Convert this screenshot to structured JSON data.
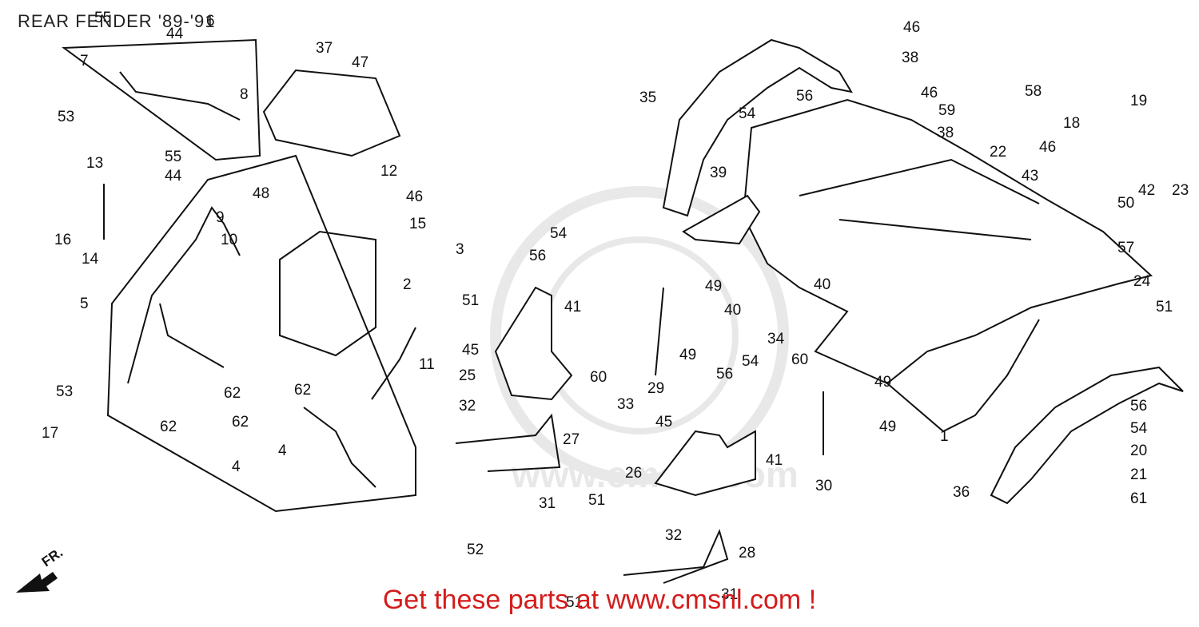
{
  "title": "REAR FENDER '89-'91",
  "footer": "Get these parts at www.cmsnl.com !",
  "watermark": "www.cmsnl.com",
  "direction_label": "FR.",
  "callouts": [
    {
      "id": "p55a",
      "label": "55"
    },
    {
      "id": "p44a",
      "label": "44"
    },
    {
      "id": "p6",
      "label": "6"
    },
    {
      "id": "p7",
      "label": "7"
    },
    {
      "id": "p8",
      "label": "8"
    },
    {
      "id": "p37",
      "label": "37"
    },
    {
      "id": "p47",
      "label": "47"
    },
    {
      "id": "p53a",
      "label": "53"
    },
    {
      "id": "p13",
      "label": "13"
    },
    {
      "id": "p55b",
      "label": "55"
    },
    {
      "id": "p44b",
      "label": "44"
    },
    {
      "id": "p12",
      "label": "12"
    },
    {
      "id": "p16",
      "label": "16"
    },
    {
      "id": "p9",
      "label": "9"
    },
    {
      "id": "p48",
      "label": "48"
    },
    {
      "id": "p46a",
      "label": "46"
    },
    {
      "id": "p15",
      "label": "15"
    },
    {
      "id": "p14",
      "label": "14"
    },
    {
      "id": "p10",
      "label": "10"
    },
    {
      "id": "p3",
      "label": "3"
    },
    {
      "id": "p5",
      "label": "5"
    },
    {
      "id": "p2",
      "label": "2"
    },
    {
      "id": "p11",
      "label": "11"
    },
    {
      "id": "p53b",
      "label": "53"
    },
    {
      "id": "p62a",
      "label": "62"
    },
    {
      "id": "p62b",
      "label": "62"
    },
    {
      "id": "p62c",
      "label": "62"
    },
    {
      "id": "p62d",
      "label": "62"
    },
    {
      "id": "p17",
      "label": "17"
    },
    {
      "id": "p4a",
      "label": "4"
    },
    {
      "id": "p4b",
      "label": "4"
    },
    {
      "id": "p51a",
      "label": "51"
    },
    {
      "id": "p35",
      "label": "35"
    },
    {
      "id": "p56a",
      "label": "56"
    },
    {
      "id": "p54a",
      "label": "54"
    },
    {
      "id": "p46b",
      "label": "46"
    },
    {
      "id": "p38a",
      "label": "38"
    },
    {
      "id": "p58",
      "label": "58"
    },
    {
      "id": "p46c",
      "label": "46"
    },
    {
      "id": "p59",
      "label": "59"
    },
    {
      "id": "p38b",
      "label": "38"
    },
    {
      "id": "p22",
      "label": "22"
    },
    {
      "id": "p46d",
      "label": "46"
    },
    {
      "id": "p18",
      "label": "18"
    },
    {
      "id": "p19",
      "label": "19"
    },
    {
      "id": "p43",
      "label": "43"
    },
    {
      "id": "p39",
      "label": "39"
    },
    {
      "id": "p42",
      "label": "42"
    },
    {
      "id": "p23",
      "label": "23"
    },
    {
      "id": "p50",
      "label": "50"
    },
    {
      "id": "p57",
      "label": "57"
    },
    {
      "id": "p54b",
      "label": "54"
    },
    {
      "id": "p56b",
      "label": "56"
    },
    {
      "id": "p49a",
      "label": "49"
    },
    {
      "id": "p40a",
      "label": "40"
    },
    {
      "id": "p40b",
      "label": "40"
    },
    {
      "id": "p24",
      "label": "24"
    },
    {
      "id": "p51b",
      "label": "51"
    },
    {
      "id": "p41a",
      "label": "41"
    },
    {
      "id": "p45a",
      "label": "45"
    },
    {
      "id": "p25",
      "label": "25"
    },
    {
      "id": "p60a",
      "label": "60"
    },
    {
      "id": "p33",
      "label": "33"
    },
    {
      "id": "p29",
      "label": "29"
    },
    {
      "id": "p49b",
      "label": "49"
    },
    {
      "id": "p34",
      "label": "34"
    },
    {
      "id": "p54c",
      "label": "54"
    },
    {
      "id": "p56c",
      "label": "56"
    },
    {
      "id": "p60b",
      "label": "60"
    },
    {
      "id": "p49c",
      "label": "49"
    },
    {
      "id": "p32a",
      "label": "32"
    },
    {
      "id": "p27",
      "label": "27"
    },
    {
      "id": "p45b",
      "label": "45"
    },
    {
      "id": "p41b",
      "label": "41"
    },
    {
      "id": "p49d",
      "label": "49"
    },
    {
      "id": "p1",
      "label": "1"
    },
    {
      "id": "p56d",
      "label": "56"
    },
    {
      "id": "p54d",
      "label": "54"
    },
    {
      "id": "p20",
      "label": "20"
    },
    {
      "id": "p51c",
      "label": "51"
    },
    {
      "id": "p26",
      "label": "26"
    },
    {
      "id": "p21",
      "label": "21"
    },
    {
      "id": "p31a",
      "label": "31"
    },
    {
      "id": "p30",
      "label": "30"
    },
    {
      "id": "p36",
      "label": "36"
    },
    {
      "id": "p61",
      "label": "61"
    },
    {
      "id": "p52",
      "label": "52"
    },
    {
      "id": "p32b",
      "label": "32"
    },
    {
      "id": "p28",
      "label": "28"
    },
    {
      "id": "p51d",
      "label": "51"
    },
    {
      "id": "p31b",
      "label": "31"
    }
  ]
}
